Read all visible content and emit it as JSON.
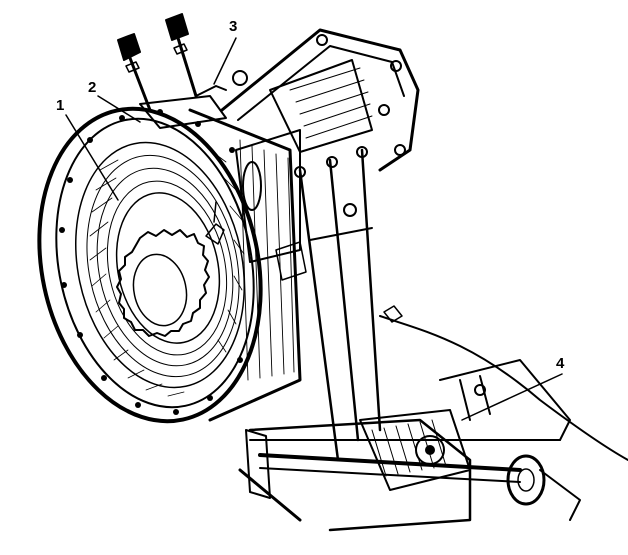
{
  "figure": {
    "callouts": [
      {
        "id": "1",
        "label": "1"
      },
      {
        "id": "2",
        "label": "2"
      },
      {
        "id": "3",
        "label": "3"
      },
      {
        "id": "4",
        "label": "4"
      }
    ],
    "ink_color": "#000000",
    "paper_color": "#ffffff"
  }
}
